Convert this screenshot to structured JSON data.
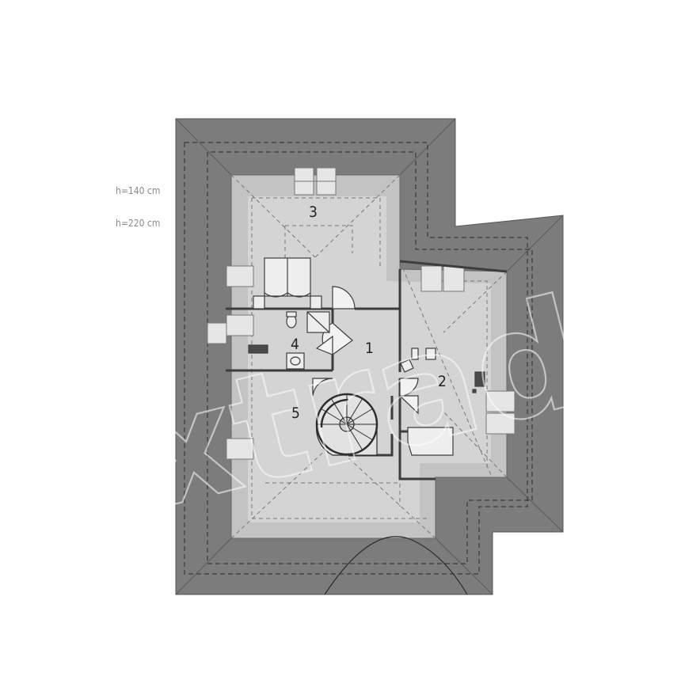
{
  "legend": {
    "h_low": "h=140 cm",
    "h_high": "h=220 cm"
  },
  "rooms": [
    {
      "number": "1"
    },
    {
      "number": "2"
    },
    {
      "number": "3"
    },
    {
      "number": "4"
    },
    {
      "number": "5"
    }
  ],
  "watermark": "extradom",
  "colors": {
    "roof": "#7c7c7c",
    "floor_low": "#bdbdbd",
    "floor_high": "#d4d4d4",
    "wall": "#3d3d3d"
  }
}
